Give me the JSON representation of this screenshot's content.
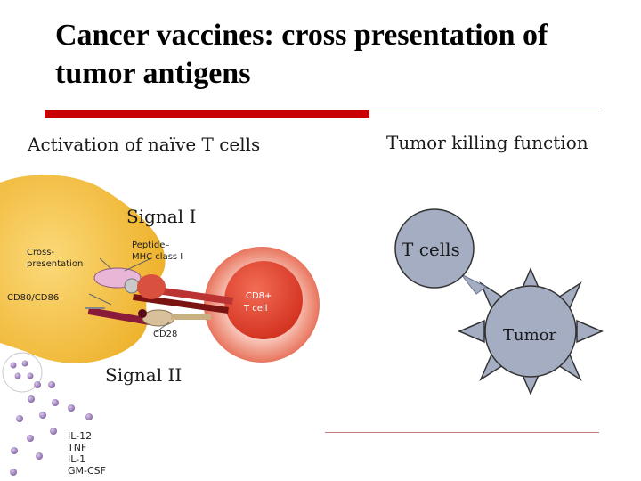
{
  "slide": {
    "title": "Cancer vaccines: cross presentation of tumor antigens",
    "left_heading": "Activation of naïve T cells",
    "right_heading": "Tumor killing function",
    "signal_1": "Signal I",
    "signal_2": "Signal II",
    "t_cells": "T cells",
    "tumor": "Tumor"
  },
  "figure": {
    "cross_presentation": [
      "Cross-",
      "presentation"
    ],
    "peptide_mhc": [
      "Peptide–",
      "MHC class I"
    ],
    "cd80_cd86": "CD80/CD86",
    "cd28": "CD28",
    "cd8_tcell": [
      "CD8+",
      "T cell"
    ],
    "cytokines": [
      "IL-12",
      "TNF",
      "IL-1",
      "GM-CSF"
    ]
  },
  "colors": {
    "accent_red": "#c80000",
    "apc_yellow": "#f3c03e",
    "tcell_red": "#e04a35",
    "cell_gray": "#a4adc2"
  }
}
